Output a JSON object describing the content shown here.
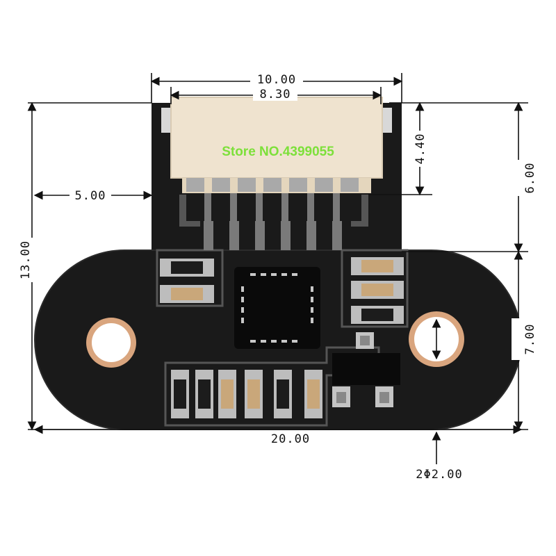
{
  "diagram": {
    "watermark": "Store NO.4399055",
    "dimensions": {
      "connector_outer_width": "10.00",
      "connector_inner_width": "8.30",
      "connector_height": "4.40",
      "left_offset": "5.00",
      "board_total_height": "13.00",
      "upper_height": "6.00",
      "lower_height": "7.00",
      "board_width": "20.00",
      "hole_spec": "2Φ2.00"
    },
    "colors": {
      "pcb": "#1a1a1a",
      "copper_pad": "#c4c4c4",
      "connector_body": "#efe3cf",
      "hole_ring": "#d9a57e",
      "capacitor": "#c9a77a",
      "watermark": "#7de03a"
    }
  }
}
